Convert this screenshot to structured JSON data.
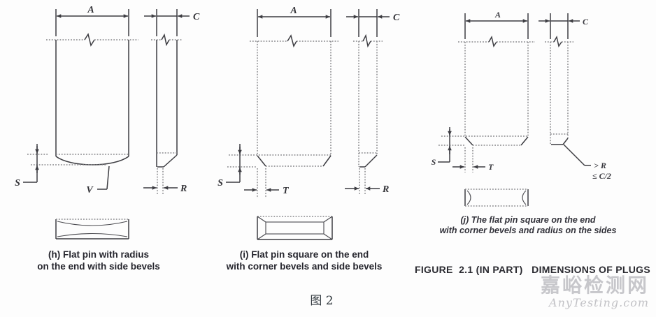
{
  "figure": {
    "title": "FIGURE  2.1 (IN PART)   DIMENSIONS OF PLUGS",
    "caption_cn": "图 2"
  },
  "watermark": {
    "site_cn": "嘉峪检测网",
    "site_en": "AnyTesting.com"
  },
  "colors": {
    "ink": "#3d3d42",
    "stipple": "#86868a",
    "caption": "#26262e",
    "watermark": "#c7c7cb"
  },
  "diagrams": [
    {
      "id": "h",
      "caption1": "(h) Flat pin with radius",
      "caption2": "on the end with side bevels",
      "labels": {
        "A": "A",
        "C": "C",
        "S": "S",
        "V": "V",
        "R": "R"
      }
    },
    {
      "id": "i",
      "caption1": "(i) Flat pin square on the end",
      "caption2": "with corner bevels and side bevels",
      "labels": {
        "A": "A",
        "C": "C",
        "S": "S",
        "T": "T",
        "R": "R"
      }
    },
    {
      "id": "j",
      "caption1": "(j) The flat pin square on the end",
      "caption2": "with corner bevels and radius on the sides",
      "labels": {
        "A": "A",
        "C": "C",
        "S": "S",
        "T": "T",
        "radius_note": "> R",
        "chamfer_note": "≤ C/2"
      }
    }
  ]
}
